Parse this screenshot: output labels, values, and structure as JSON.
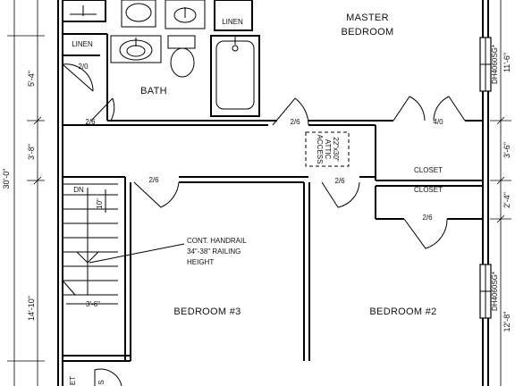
{
  "rooms": {
    "master": [
      "MASTER",
      "BEDROOM"
    ],
    "bath": "BATH",
    "bedroom3": "BEDROOM #3",
    "bedroom2": "BEDROOM #2",
    "closet1": "CLOSET",
    "closet2": "CLOSET",
    "linen1": "LINEN",
    "linen2": "LINEN"
  },
  "doors": {
    "linen_closet": "2/0",
    "bath": "2/6",
    "master": "2/6",
    "master_closet": "4/0",
    "bedroom3": "2/6",
    "bedroom2": "2/6",
    "closet2": "2/6"
  },
  "attic": [
    "22\"x30\"",
    "ATTIC",
    "ACCESS"
  ],
  "stair": {
    "dn": "DN",
    "riser": "10\"",
    "width": "3'-6\""
  },
  "note": [
    "CONT. HANDRAIL",
    "34\"-38\" RAILING",
    "HEIGHT"
  ],
  "windows": {
    "upper": "DH4060SG*",
    "lower": "DH4060SG*"
  },
  "dimensions": {
    "left_total": "30'-0\"",
    "left_top": "5'-4\"",
    "left_mid": "3'-8\"",
    "left_bottom": "14'-10\"",
    "right_top": "11'-6\"",
    "right_mid1": "3'-6\"",
    "right_mid2": "2'-4\"",
    "right_bottom": "12'-8\""
  },
  "edge_fragments": {
    "bottom_left": "ET",
    "bottom_left2": "S"
  }
}
